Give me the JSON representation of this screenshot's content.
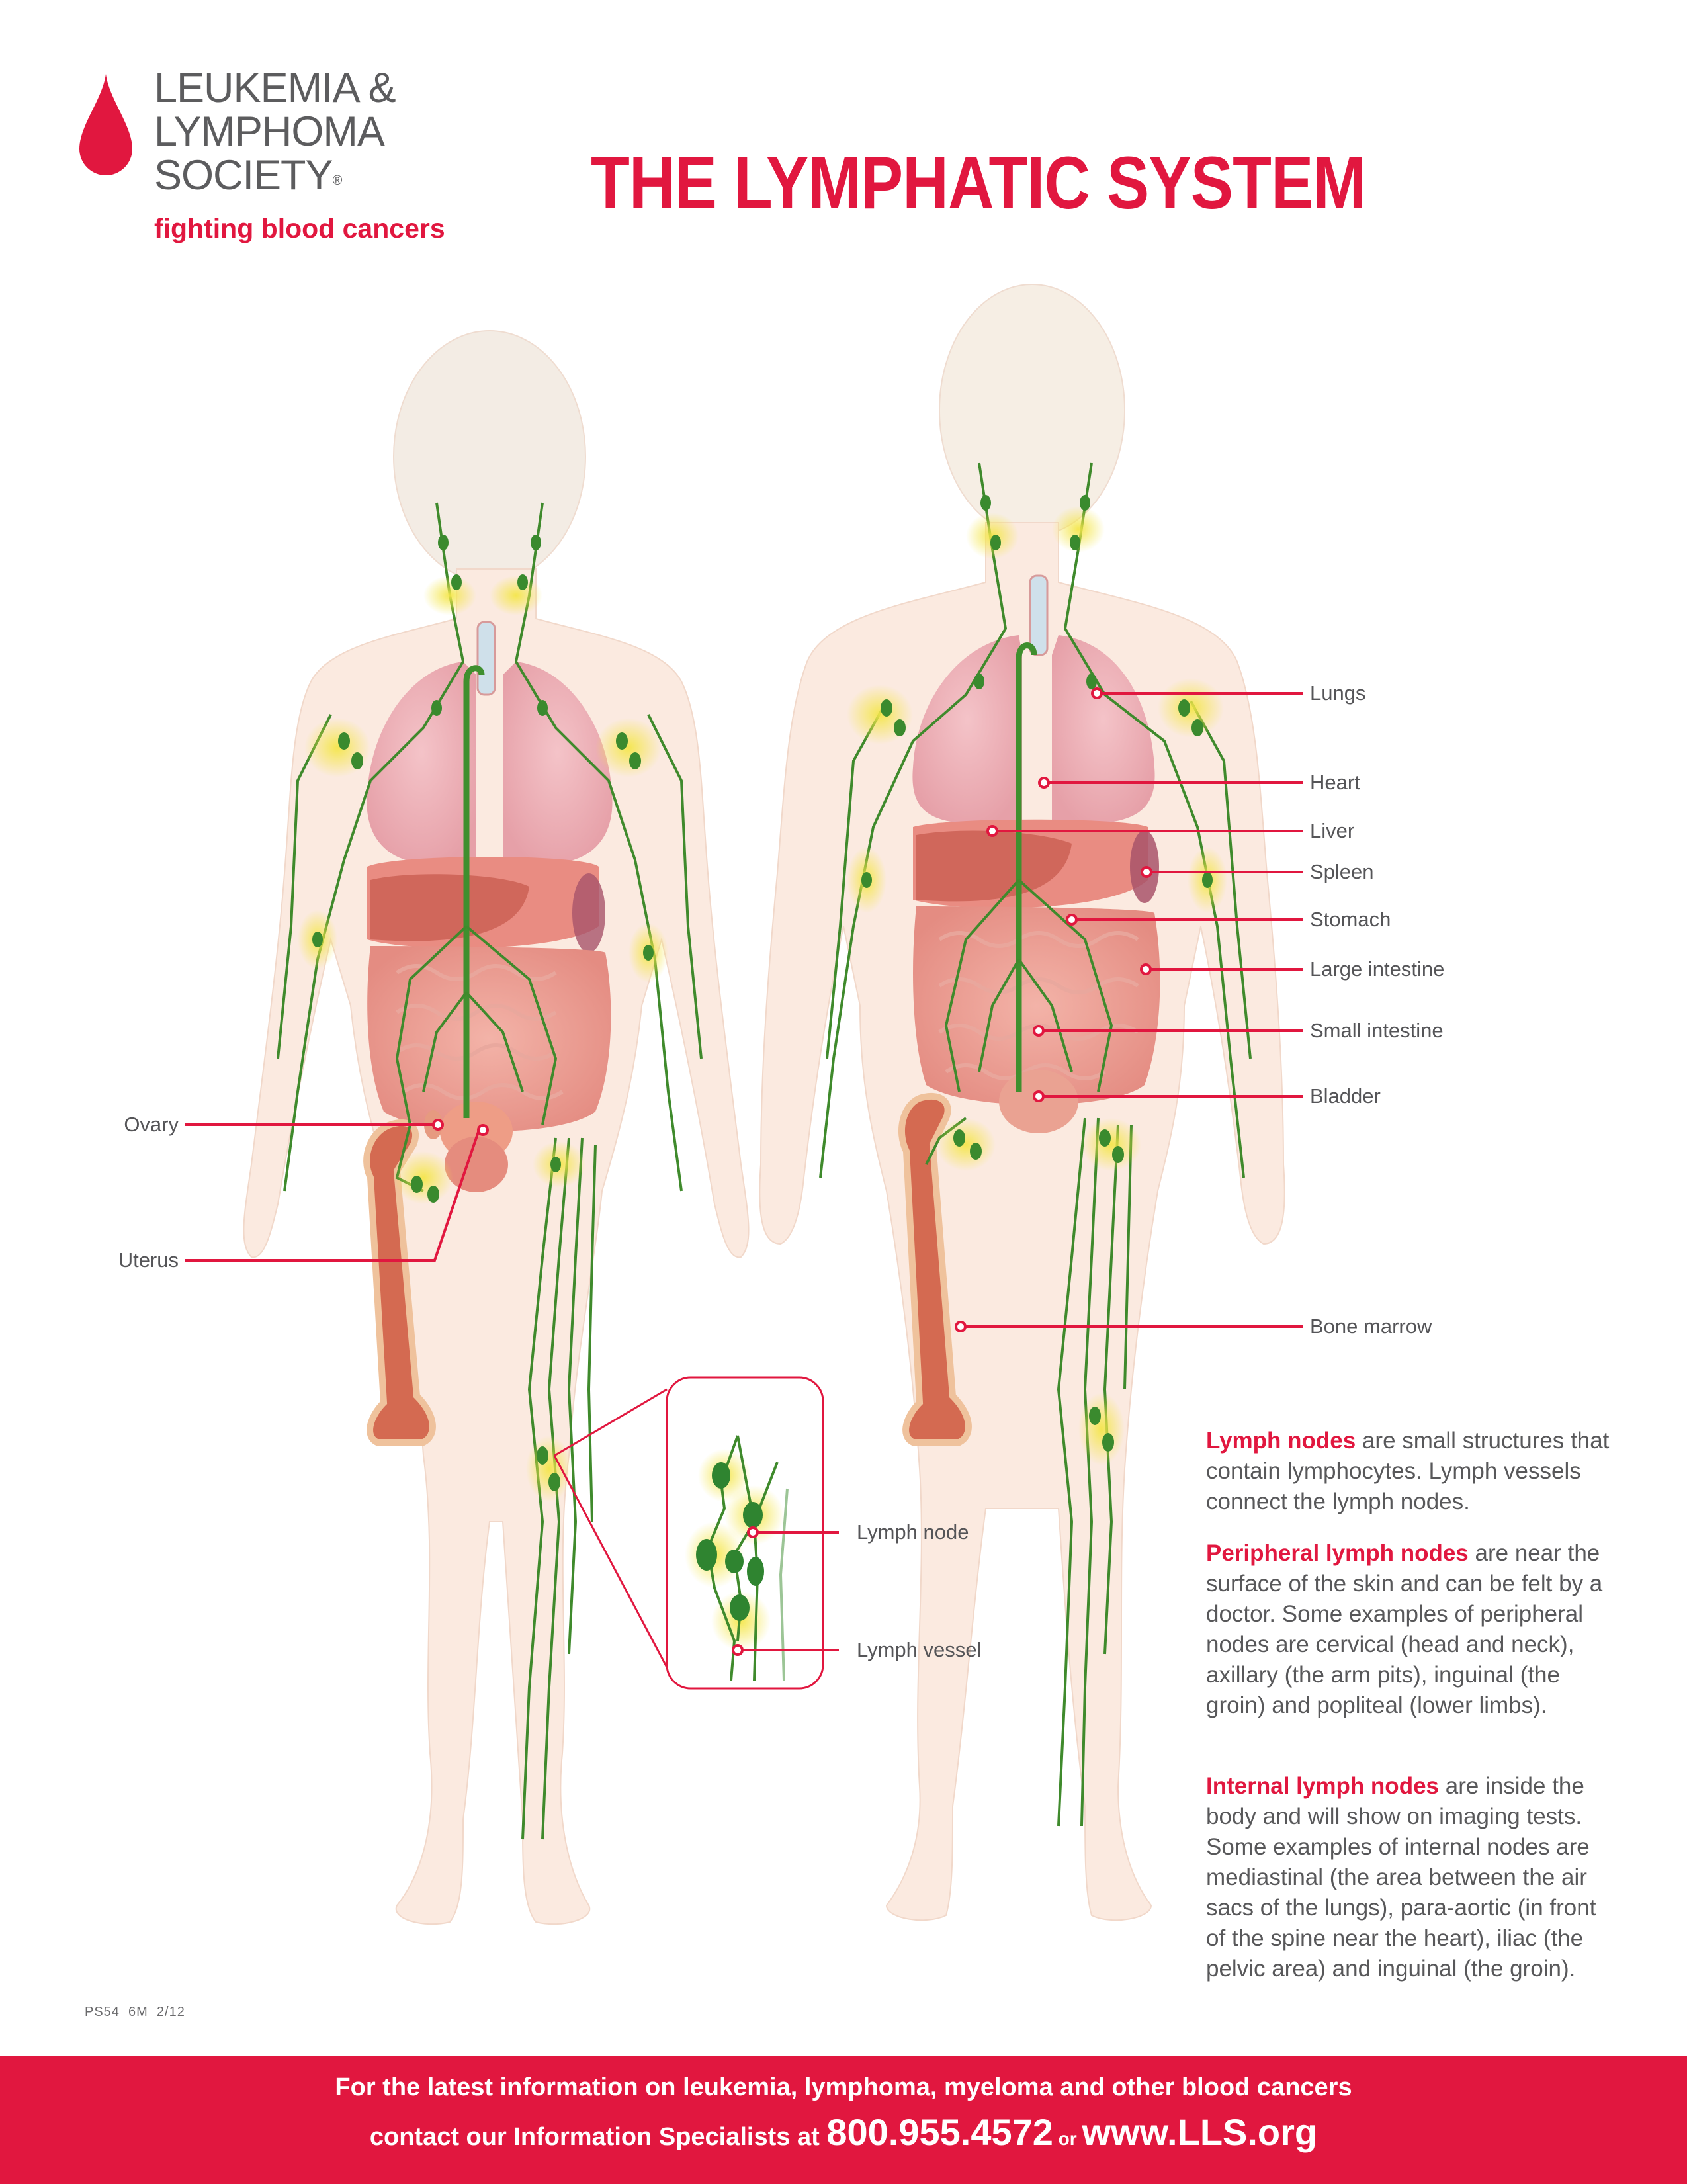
{
  "logo": {
    "org_line1": "LEUKEMIA &",
    "org_line2": "LYMPHOMA",
    "org_line3": "SOCIETY",
    "registered_mark": "®",
    "tagline": "fighting blood cancers",
    "icon": "blood-drop-icon"
  },
  "title": "THE LYMPHATIC SYSTEM",
  "colors": {
    "brand_red": "#e1173f",
    "text_gray": "#58585a",
    "lymph_green": "#3c8a2e",
    "node_glow": "#f4e64a",
    "skin": "#f9e7dc",
    "organ_pink": "#eaa5ab",
    "bone": "#d7674f"
  },
  "labels": {
    "female": [
      {
        "text": "Ovary"
      },
      {
        "text": "Uterus"
      }
    ],
    "male": [
      {
        "text": "Lungs"
      },
      {
        "text": "Heart"
      },
      {
        "text": "Liver"
      },
      {
        "text": "Spleen"
      },
      {
        "text": "Stomach"
      },
      {
        "text": "Large intestine"
      },
      {
        "text": "Small intestine"
      },
      {
        "text": "Bladder"
      },
      {
        "text": "Bone marrow"
      }
    ],
    "inset": [
      {
        "text": "Lymph node"
      },
      {
        "text": "Lymph vessel"
      }
    ]
  },
  "info": {
    "p1_highlight": "Lymph nodes",
    "p1_text": " are small structures that contain lymphocytes. Lymph vessels connect the lymph nodes.",
    "p2_highlight": "Peripheral lymph nodes",
    "p2_text": " are near the surface of the skin and can be felt by a doctor. Some examples of peripheral nodes are cervical (head and neck), axillary (the arm pits), inguinal (the groin) and popliteal (lower limbs).",
    "p3_highlight": "Internal lymph nodes",
    "p3_text": " are inside the body and will show on imaging tests. Some examples of internal nodes are mediastinal (the area between the air sacs of the lungs), para-aortic (in front of the spine near the heart), iliac (the pelvic area) and inguinal (the groin)."
  },
  "print_code": "PS54  6M  2/12",
  "footer": {
    "line1": "For the latest information on leukemia, lymphoma, myeloma and other blood cancers",
    "line2_prefix": "contact our Information Specialists at ",
    "phone": "800.955.4572",
    "or": " or ",
    "website": "www.LLS.org"
  }
}
